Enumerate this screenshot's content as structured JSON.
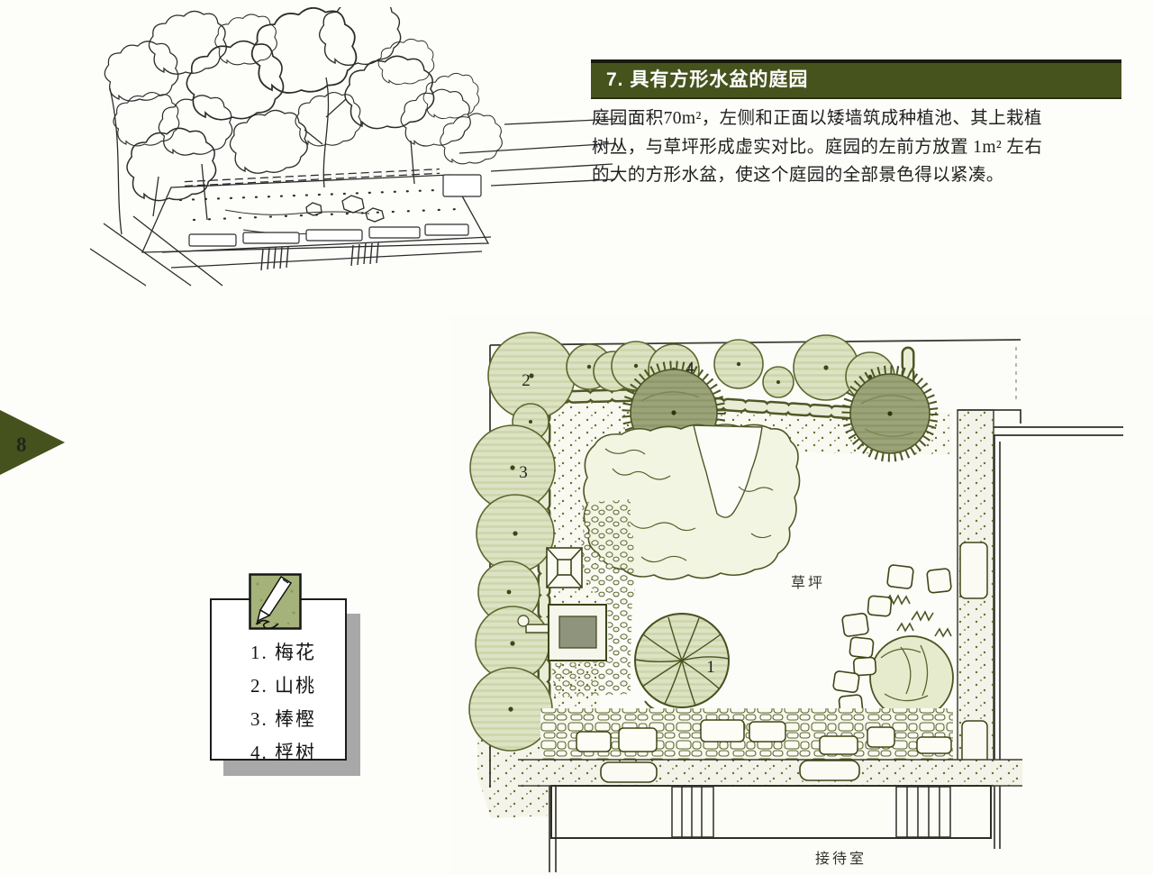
{
  "page": {
    "number": "8"
  },
  "header": {
    "section_title": "7. 具有方形水盆的庭园"
  },
  "description": {
    "lines": [
      "庭园面积70m²，左侧和正面以矮墙筑成种植池、其上栽植",
      "树丛，与草坪形成虚实对比。庭园的左前方放置 1m² 左右",
      "的大的方形水盆，使这个庭园的全部景色得以紧凑。"
    ]
  },
  "legend": {
    "icon": "pencil-icon",
    "items": [
      {
        "label": "1. 梅花"
      },
      {
        "label": "2. 山桃"
      },
      {
        "label": "3. 棒樫"
      },
      {
        "label": "4. 桴树"
      }
    ]
  },
  "plan": {
    "labels": {
      "lawn": "草坪",
      "reception": "接待室"
    },
    "tree_numbers": {
      "n1": "1",
      "n2": "2",
      "n3": "3",
      "n4": "4"
    }
  },
  "colors": {
    "title_bar": "#47531d",
    "page_marker": "#46521e",
    "legend_icon_bg": "#a5b279",
    "tree_fill": "#dce2c4",
    "tree_outline": "#5c662c",
    "dark_tree_fill": "#9ba478",
    "ink": "#2e2e26"
  }
}
